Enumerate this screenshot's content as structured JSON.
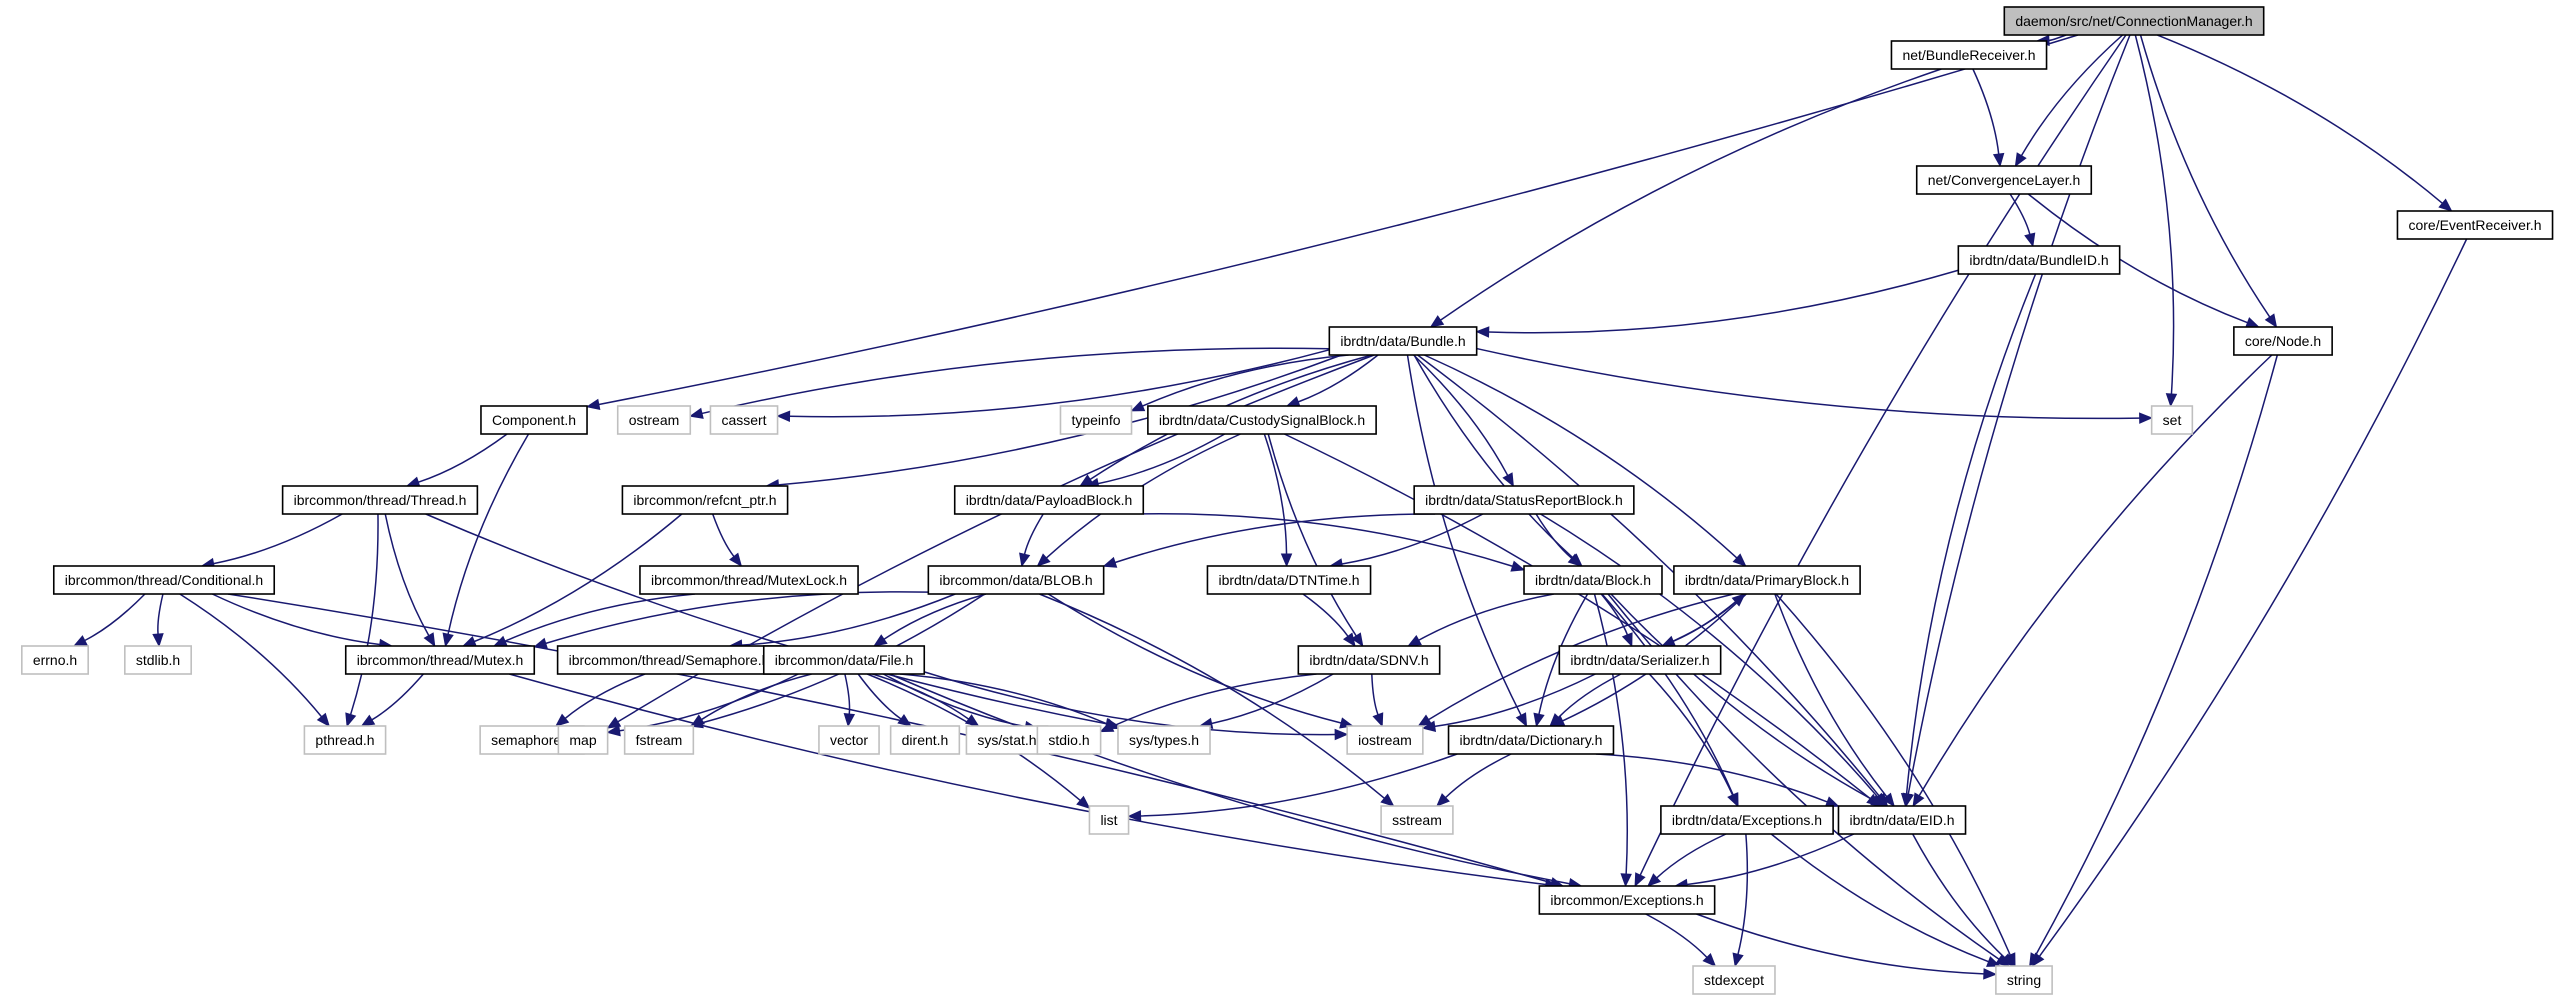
{
  "title": "daemon/src/net/ConnectionManager.h",
  "colors": {
    "edge": "#191970",
    "root_fill": "#bfbfbf",
    "local_border": "#000000",
    "system_border": "#bfbfbf"
  },
  "nodes": [
    {
      "id": "root",
      "label": "daemon/src/net/ConnectionManager.h",
      "kind": "root"
    },
    {
      "id": "bundlereceiver",
      "label": "net/BundleReceiver.h",
      "kind": "local"
    },
    {
      "id": "convergencelayer",
      "label": "net/ConvergenceLayer.h",
      "kind": "local"
    },
    {
      "id": "eventreceiver",
      "label": "core/EventReceiver.h",
      "kind": "local"
    },
    {
      "id": "bundleid",
      "label": "ibrdtn/data/BundleID.h",
      "kind": "local"
    },
    {
      "id": "node",
      "label": "core/Node.h",
      "kind": "local"
    },
    {
      "id": "bundle",
      "label": "ibrdtn/data/Bundle.h",
      "kind": "local"
    },
    {
      "id": "component",
      "label": "Component.h",
      "kind": "local"
    },
    {
      "id": "ostream",
      "label": "ostream",
      "kind": "system"
    },
    {
      "id": "cassert",
      "label": "cassert",
      "kind": "system"
    },
    {
      "id": "typeinfo",
      "label": "typeinfo",
      "kind": "system"
    },
    {
      "id": "custodysignal",
      "label": "ibrdtn/data/CustodySignalBlock.h",
      "kind": "local"
    },
    {
      "id": "set",
      "label": "set",
      "kind": "system"
    },
    {
      "id": "thread",
      "label": "ibrcommon/thread/Thread.h",
      "kind": "local"
    },
    {
      "id": "refcnt",
      "label": "ibrcommon/refcnt_ptr.h",
      "kind": "local"
    },
    {
      "id": "payloadblock",
      "label": "ibrdtn/data/PayloadBlock.h",
      "kind": "local"
    },
    {
      "id": "statusreport",
      "label": "ibrdtn/data/StatusReportBlock.h",
      "kind": "local"
    },
    {
      "id": "conditional",
      "label": "ibrcommon/thread/Conditional.h",
      "kind": "local"
    },
    {
      "id": "mutexlock",
      "label": "ibrcommon/thread/MutexLock.h",
      "kind": "local"
    },
    {
      "id": "blob",
      "label": "ibrcommon/data/BLOB.h",
      "kind": "local"
    },
    {
      "id": "dtntime",
      "label": "ibrdtn/data/DTNTime.h",
      "kind": "local"
    },
    {
      "id": "block",
      "label": "ibrdtn/data/Block.h",
      "kind": "local"
    },
    {
      "id": "primaryblock",
      "label": "ibrdtn/data/PrimaryBlock.h",
      "kind": "local"
    },
    {
      "id": "errno",
      "label": "errno.h",
      "kind": "system"
    },
    {
      "id": "stdlib",
      "label": "stdlib.h",
      "kind": "system"
    },
    {
      "id": "mutex",
      "label": "ibrcommon/thread/Mutex.h",
      "kind": "local"
    },
    {
      "id": "semaphore_h",
      "label": "ibrcommon/thread/Semaphore.h",
      "kind": "local"
    },
    {
      "id": "file",
      "label": "ibrcommon/data/File.h",
      "kind": "local"
    },
    {
      "id": "sdnv",
      "label": "ibrdtn/data/SDNV.h",
      "kind": "local"
    },
    {
      "id": "serializer",
      "label": "ibrdtn/data/Serializer.h",
      "kind": "local"
    },
    {
      "id": "pthread",
      "label": "pthread.h",
      "kind": "system"
    },
    {
      "id": "semaphore",
      "label": "semaphore.h",
      "kind": "system"
    },
    {
      "id": "map",
      "label": "map",
      "kind": "system"
    },
    {
      "id": "fstream",
      "label": "fstream",
      "kind": "system"
    },
    {
      "id": "vector",
      "label": "vector",
      "kind": "system"
    },
    {
      "id": "dirent",
      "label": "dirent.h",
      "kind": "system"
    },
    {
      "id": "sysstat",
      "label": "sys/stat.h",
      "kind": "system"
    },
    {
      "id": "stdio",
      "label": "stdio.h",
      "kind": "system"
    },
    {
      "id": "systypes",
      "label": "sys/types.h",
      "kind": "system"
    },
    {
      "id": "iostream",
      "label": "iostream",
      "kind": "system"
    },
    {
      "id": "dictionary",
      "label": "ibrdtn/data/Dictionary.h",
      "kind": "local"
    },
    {
      "id": "list",
      "label": "list",
      "kind": "system"
    },
    {
      "id": "sstream",
      "label": "sstream",
      "kind": "system"
    },
    {
      "id": "dtnexceptions",
      "label": "ibrdtn/data/Exceptions.h",
      "kind": "local"
    },
    {
      "id": "eid",
      "label": "ibrdtn/data/EID.h",
      "kind": "local"
    },
    {
      "id": "ibcexceptions",
      "label": "ibrcommon/Exceptions.h",
      "kind": "local"
    },
    {
      "id": "stdexcept",
      "label": "stdexcept",
      "kind": "system"
    },
    {
      "id": "string",
      "label": "string",
      "kind": "system"
    }
  ],
  "edges": [
    [
      "root",
      "bundlereceiver"
    ],
    [
      "root",
      "convergencelayer"
    ],
    [
      "root",
      "eventreceiver"
    ],
    [
      "root",
      "node"
    ],
    [
      "root",
      "set"
    ],
    [
      "root",
      "eid"
    ],
    [
      "root",
      "component"
    ],
    [
      "root",
      "ibcexceptions"
    ],
    [
      "bundlereceiver",
      "convergencelayer"
    ],
    [
      "bundlereceiver",
      "bundle"
    ],
    [
      "convergencelayer",
      "bundleid"
    ],
    [
      "convergencelayer",
      "node"
    ],
    [
      "bundleid",
      "bundle"
    ],
    [
      "bundleid",
      "eid"
    ],
    [
      "eventreceiver",
      "string"
    ],
    [
      "node",
      "eid"
    ],
    [
      "node",
      "string"
    ],
    [
      "bundle",
      "ostream"
    ],
    [
      "bundle",
      "cassert"
    ],
    [
      "bundle",
      "typeinfo"
    ],
    [
      "bundle",
      "custodysignal"
    ],
    [
      "bundle",
      "set"
    ],
    [
      "bundle",
      "refcnt"
    ],
    [
      "bundle",
      "payloadblock"
    ],
    [
      "bundle",
      "statusreport"
    ],
    [
      "bundle",
      "block"
    ],
    [
      "bundle",
      "primaryblock"
    ],
    [
      "bundle",
      "dictionary"
    ],
    [
      "bundle",
      "eid"
    ],
    [
      "bundle",
      "map"
    ],
    [
      "component",
      "thread"
    ],
    [
      "component",
      "mutex"
    ],
    [
      "thread",
      "conditional"
    ],
    [
      "thread",
      "mutex"
    ],
    [
      "thread",
      "pthread"
    ],
    [
      "thread",
      "systypes"
    ],
    [
      "conditional",
      "errno"
    ],
    [
      "conditional",
      "stdlib"
    ],
    [
      "conditional",
      "pthread"
    ],
    [
      "conditional",
      "mutex"
    ],
    [
      "conditional",
      "ibcexceptions"
    ],
    [
      "refcnt",
      "mutexlock"
    ],
    [
      "refcnt",
      "mutex"
    ],
    [
      "mutexlock",
      "mutex"
    ],
    [
      "mutex",
      "pthread"
    ],
    [
      "mutex",
      "ibcexceptions"
    ],
    [
      "custodysignal",
      "payloadblock"
    ],
    [
      "custodysignal",
      "blob"
    ],
    [
      "custodysignal",
      "dtntime"
    ],
    [
      "custodysignal",
      "sdnv"
    ],
    [
      "custodysignal",
      "eid"
    ],
    [
      "payloadblock",
      "blob"
    ],
    [
      "payloadblock",
      "block"
    ],
    [
      "statusreport",
      "blob"
    ],
    [
      "statusreport",
      "dtntime"
    ],
    [
      "statusreport",
      "block"
    ],
    [
      "statusreport",
      "eid"
    ],
    [
      "blob",
      "mutex"
    ],
    [
      "blob",
      "semaphore_h"
    ],
    [
      "blob",
      "file"
    ],
    [
      "blob",
      "fstream"
    ],
    [
      "blob",
      "iostream"
    ],
    [
      "blob",
      "sstream"
    ],
    [
      "semaphore_h",
      "semaphore"
    ],
    [
      "file",
      "map"
    ],
    [
      "file",
      "fstream"
    ],
    [
      "file",
      "vector"
    ],
    [
      "file",
      "dirent"
    ],
    [
      "file",
      "sysstat"
    ],
    [
      "file",
      "stdio"
    ],
    [
      "file",
      "systypes"
    ],
    [
      "file",
      "iostream"
    ],
    [
      "file",
      "list"
    ],
    [
      "file",
      "ibcexceptions"
    ],
    [
      "dtntime",
      "sdnv"
    ],
    [
      "block",
      "sdnv"
    ],
    [
      "block",
      "serializer"
    ],
    [
      "block",
      "dictionary"
    ],
    [
      "block",
      "dtnexceptions"
    ],
    [
      "block",
      "eid"
    ],
    [
      "block",
      "ibcexceptions"
    ],
    [
      "block",
      "string"
    ],
    [
      "primaryblock",
      "serializer"
    ],
    [
      "primaryblock",
      "iostream"
    ],
    [
      "primaryblock",
      "dictionary"
    ],
    [
      "primaryblock",
      "eid"
    ],
    [
      "primaryblock",
      "string"
    ],
    [
      "serializer",
      "primaryblock"
    ],
    [
      "serializer",
      "iostream"
    ],
    [
      "serializer",
      "dictionary"
    ],
    [
      "serializer",
      "dtnexceptions"
    ],
    [
      "sdnv",
      "stdio"
    ],
    [
      "sdnv",
      "systypes"
    ],
    [
      "sdnv",
      "iostream"
    ],
    [
      "dictionary",
      "list"
    ],
    [
      "dictionary",
      "sstream"
    ],
    [
      "dictionary",
      "eid"
    ],
    [
      "dtnexceptions",
      "ibcexceptions"
    ],
    [
      "dtnexceptions",
      "stdexcept"
    ],
    [
      "dtnexceptions",
      "string"
    ],
    [
      "eid",
      "ibcexceptions"
    ],
    [
      "eid",
      "string"
    ],
    [
      "ibcexceptions",
      "stdexcept"
    ],
    [
      "ibcexceptions",
      "string"
    ]
  ]
}
